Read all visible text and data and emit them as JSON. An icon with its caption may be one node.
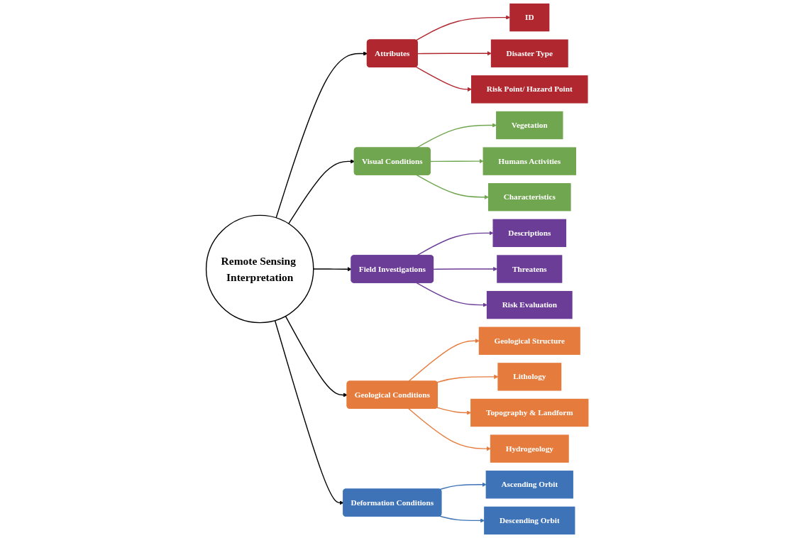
{
  "diagram": {
    "nodes": [
      {
        "text": [
          "Remote Sensing Interpretation"
        ]
      },
      {
        "text": [
          "Attributes"
        ]
      },
      {
        "text": [
          "ID"
        ]
      },
      {
        "text": [
          "Disaster Type"
        ]
      },
      {
        "text": [
          "Risk Point/ Hazard Point"
        ]
      },
      {
        "text": [
          "Visual Conditions"
        ]
      },
      {
        "text": [
          "Vegetation"
        ]
      },
      {
        "text": [
          "Humans Activities"
        ]
      },
      {
        "text": [
          "Characteristics"
        ]
      },
      {
        "text": [
          "Field Investigations"
        ]
      },
      {
        "text": [
          "Descriptions"
        ]
      },
      {
        "text": [
          "Threatens"
        ]
      },
      {
        "text": [
          "Risk Evaluation"
        ]
      },
      {
        "text": [
          "Geological Conditions"
        ]
      },
      {
        "text": [
          "Geological Structure"
        ]
      },
      {
        "text": [
          "Lithology"
        ]
      },
      {
        "text": [
          "Topography & Landform"
        ]
      },
      {
        "text": [
          "Hydrogeology"
        ]
      },
      {
        "text": [
          "Deformation Conditions"
        ]
      },
      {
        "text": [
          "Ascending Orbit"
        ]
      },
      {
        "text": [
          "Descending Orbit"
        ]
      }
    ],
    "edges": [
      {
        "from": 0,
        "to": 1,
        "arrow": "to"
      },
      {
        "from": 0,
        "to": 5,
        "arrow": "to"
      },
      {
        "from": 0,
        "to": 9,
        "arrow": "to"
      },
      {
        "from": 0,
        "to": 13,
        "arrow": "to"
      },
      {
        "from": 0,
        "to": 18,
        "arrow": "to"
      },
      {
        "from": 1,
        "to": 2,
        "arrow": "to",
        "color": "#b0272f"
      },
      {
        "from": 1,
        "to": 3,
        "arrow": "to",
        "color": "#b0272f"
      },
      {
        "from": 1,
        "to": 4,
        "arrow": "to",
        "color": "#b0272f"
      },
      {
        "from": 5,
        "to": 6,
        "arrow": "to",
        "color": "#70a64f"
      },
      {
        "from": 5,
        "to": 7,
        "arrow": "to",
        "color": "#70a64f"
      },
      {
        "from": 5,
        "to": 8,
        "arrow": "to",
        "color": "#70a64f"
      },
      {
        "from": 9,
        "to": 10,
        "arrow": "to",
        "color": "#6b3d97"
      },
      {
        "from": 9,
        "to": 11,
        "arrow": "to",
        "color": "#6b3d97"
      },
      {
        "from": 9,
        "to": 12,
        "arrow": "to",
        "color": "#6b3d97"
      },
      {
        "from": 13,
        "to": 14,
        "arrow": "to",
        "color": "#e57c3d"
      },
      {
        "from": 13,
        "to": 15,
        "arrow": "to",
        "color": "#e57c3d"
      },
      {
        "from": 13,
        "to": 16,
        "arrow": "to",
        "color": "#e57c3d"
      },
      {
        "from": 13,
        "to": 17,
        "arrow": "to",
        "color": "#e57c3d"
      },
      {
        "from": 18,
        "to": 19,
        "arrow": "to",
        "color": "#3f73b8"
      },
      {
        "from": 18,
        "to": 20,
        "arrow": "to",
        "color": "#3f73b8"
      }
    ]
  }
}
